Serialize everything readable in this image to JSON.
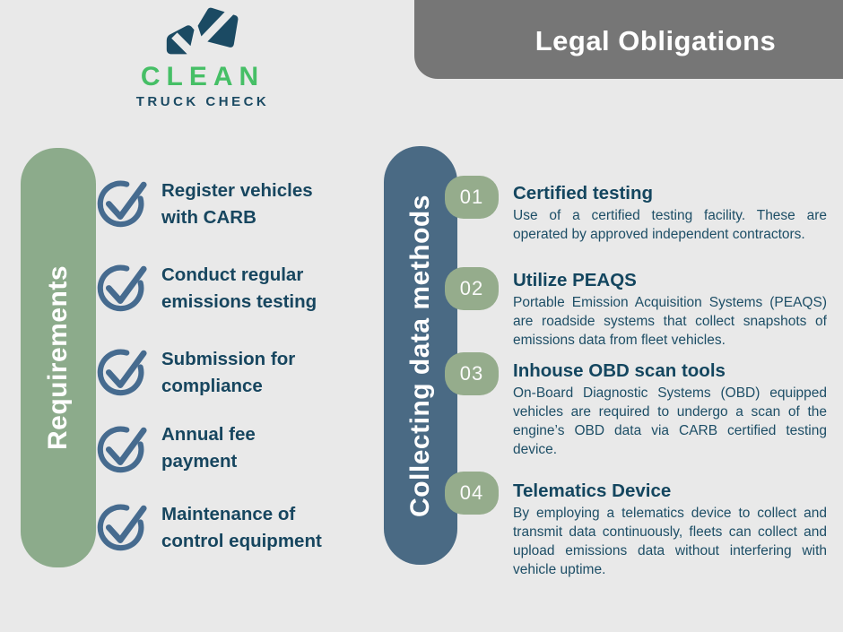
{
  "logo": {
    "line1": "CLEAN",
    "line2": "TRUCK CHECK"
  },
  "header": {
    "title": "Legal Obligations"
  },
  "requirements": {
    "label": "Requirements",
    "items": [
      "Register vehicles with CARB",
      "Conduct regular emissions testing",
      "Submission for compliance",
      "Annual fee payment",
      "Maintenance of control equipment"
    ]
  },
  "methods": {
    "label": "Collecting data methods",
    "items": [
      {
        "number": "01",
        "title": "Certified testing",
        "description": "Use of a certified testing facility. These are operated by approved independent contractors."
      },
      {
        "number": "02",
        "title": "Utilize PEAQS",
        "description": "Portable Emission Acquisition Systems (PEAQS) are roadside systems that collect snapshots of emissions data from fleet vehicles."
      },
      {
        "number": "03",
        "title": "Inhouse OBD scan tools",
        "description": "On-Board Diagnostic Systems (OBD) equipped vehicles are required to undergo a scan of the engine’s OBD data via CARB certified testing device."
      },
      {
        "number": "04",
        "title": "Telematics Device",
        "description": "By employing a telematics device to collect and transmit data continuously, fleets can collect and upload emissions data without interfering with vehicle uptime."
      }
    ]
  },
  "colors": {
    "background": "#e9e9e9",
    "header_gray": "#767676",
    "sage_green": "#8cab8b",
    "badge_green": "#95ac8c",
    "steel_blue": "#4a6a84",
    "navy_text": "#17465f",
    "logo_green": "#46bf66",
    "check_icon_blue": "#466b8f"
  }
}
